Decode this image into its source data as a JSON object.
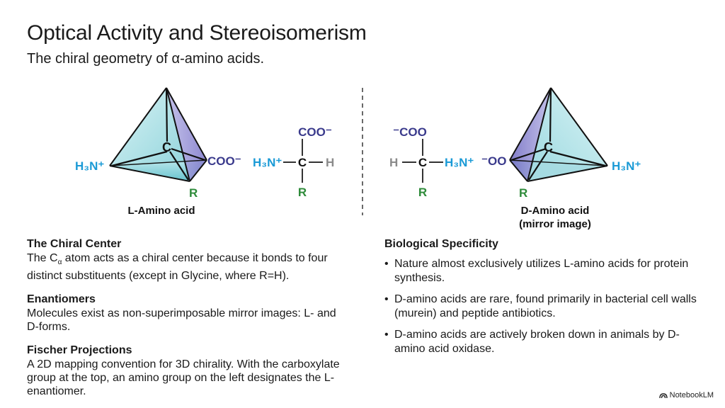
{
  "header": {
    "title": "Optical Activity and Stereoisomerism",
    "subtitle": "The chiral geometry of α-amino acids."
  },
  "diagram": {
    "l_form": {
      "center": "C",
      "h3n": "H₃N⁺",
      "coo": "COO⁻",
      "r": "R",
      "caption": "L-Amino acid"
    },
    "fischer": {
      "top": "COO⁻",
      "left": "H₃N⁺",
      "center": "C",
      "right": "H",
      "bottom": "R"
    },
    "d_fischer": {
      "top": "⁻COO",
      "left": "H",
      "center": "C",
      "right": "H₃N⁺",
      "bottom": "R"
    },
    "d_form": {
      "center": "C",
      "ooc": "⁻OO",
      "h3n": "H₃N⁺",
      "r": "R",
      "caption_line1": "D-Amino acid",
      "caption_line2": "(mirror image)"
    }
  },
  "left_sections": [
    {
      "heading": "The Chiral Center",
      "body_pre": "The C",
      "body_sub": "α",
      "body_post": " atom acts as a chiral center because it bonds to four distinct substituents (except in Glycine, where R=H)."
    },
    {
      "heading": "Enantiomers",
      "body": "Molecules exist as non-superimposable mirror images: L- and D-forms."
    },
    {
      "heading": "Fischer Projections",
      "body": "A 2D mapping convention for 3D chirality. With the carboxylate group at the top, an amino group on the left designates the L-enantiomer."
    }
  ],
  "right_section": {
    "heading": "Biological Specificity",
    "bullets": [
      "Nature almost exclusively utilizes L-amino acids for protein synthesis.",
      "D-amino acids are rare, found primarily in bacterial cell walls (murein) and peptide antibiotics.",
      "D-amino acids are actively broken down in animals by D-amino acid oxidase."
    ]
  },
  "brand": {
    "label": "NotebookLM"
  },
  "colors": {
    "amino": "#1a9ad6",
    "carboxyl": "#3a3a8c",
    "r_group": "#2e8b3a",
    "hydrogen": "#8a8a8a",
    "text": "#1a1a1a"
  }
}
